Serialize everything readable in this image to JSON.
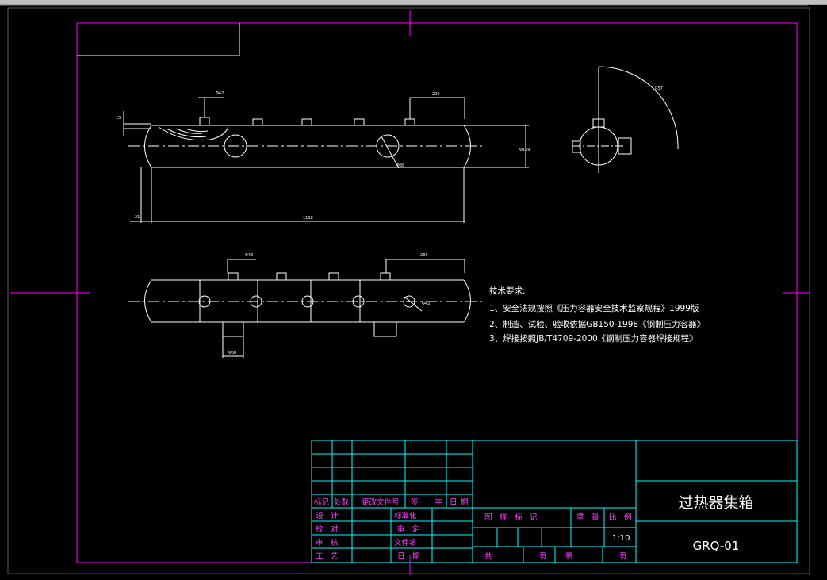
{
  "drawing": {
    "title": "过热器集箱",
    "code": "GRQ-01",
    "scale": "1:10"
  },
  "tech_notes": {
    "heading": "技术要求:",
    "items": [
      "1、安全法规按照《压力容器安全技术监察规程》1999版",
      "2、制造、试验、验收依据GB150-1998《钢制压力容器》",
      "3、焊接按照JB/T4709-2000《钢制压力容器焊接规程》"
    ]
  },
  "dimensions": {
    "front_pipe_dia": "Φ42",
    "front_spacing": "200",
    "front_flange": "15",
    "front_offset": "21",
    "front_length": "1158",
    "front_dia": "Φ159",
    "front_hole": "Φ38",
    "side_radius": "R57",
    "top_pipe_dia": "Φ42",
    "top_spacing": "230",
    "top_hole": "Φ42",
    "bottom_pipe_dia": "Φ60"
  },
  "title_block": {
    "rev_headers": [
      "标记",
      "处数",
      "更改文件号",
      "签",
      "字",
      "日",
      "期"
    ],
    "left_rows": [
      "设　计",
      "校　对",
      "审　核",
      "工　艺"
    ],
    "mid_rows": [
      "标准化",
      "审　定",
      "文件名",
      "日　期"
    ],
    "attr_headers": [
      "图　样　标　记",
      "重　量",
      "比　例"
    ],
    "footer": [
      "共",
      "页",
      "第",
      "页"
    ]
  },
  "colors": {
    "background": "#000000",
    "border": "#ff00ff",
    "title_block": "#00ffff",
    "drawing_lines": "#ffffff",
    "block_text": "#ff40ff"
  }
}
